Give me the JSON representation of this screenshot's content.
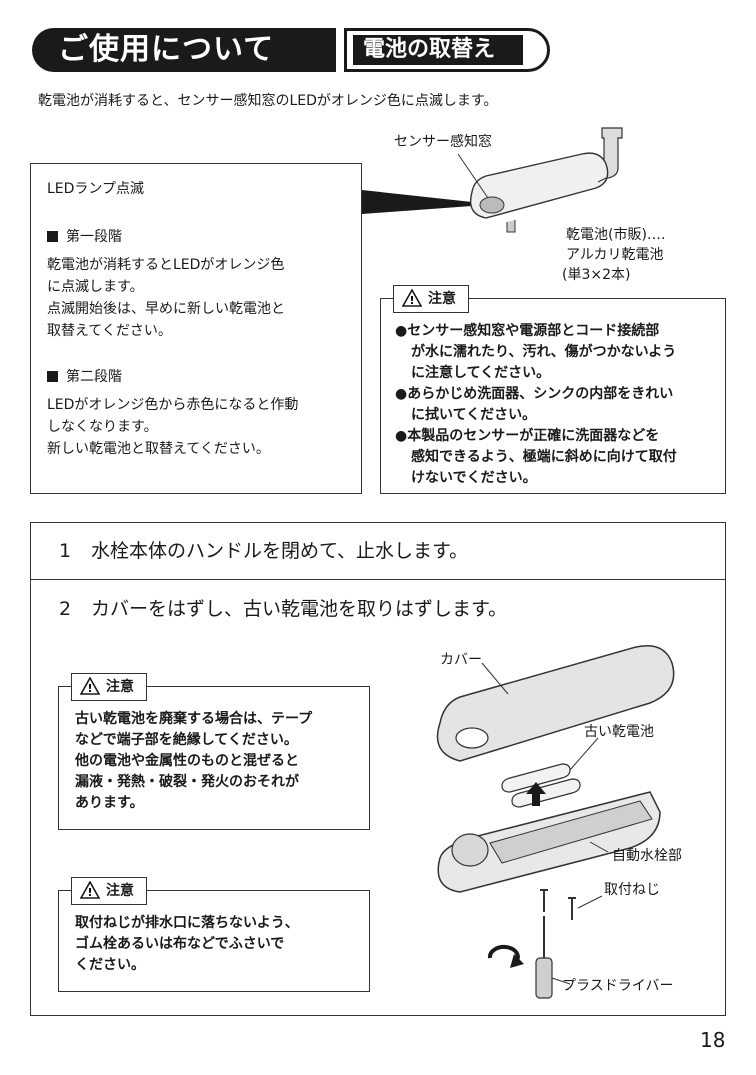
{
  "header": {
    "title": "ご使用について",
    "subtitle": "電池の取替え"
  },
  "intro": "乾電池が消耗すると、センサー感知窓のLEDがオレンジ色に点滅します。",
  "led_box": {
    "title": "LEDランプ点滅",
    "stage1_heading": "第一段階",
    "stage1_lines": [
      "乾電池が消耗するとLEDがオレンジ色",
      "に点滅します。",
      "点滅開始後は、早めに新しい乾電池と",
      "取替えてください。"
    ],
    "stage2_heading": "第二段階",
    "stage2_lines": [
      "LEDがオレンジ色から赤色になると作動",
      "しなくなります。",
      "新しい乾電池と取替えてください。"
    ]
  },
  "sensor_labels": {
    "window": "センサー感知窓",
    "battery": [
      "乾電池(市販)‥‥",
      "アルカリ乾電池",
      "(単3×2本)"
    ]
  },
  "caution_label": "注意",
  "caution_main": [
    [
      "●センサー感知窓や電源部とコード接続部",
      "が水に濡れたり、汚れ、傷がつかないよう",
      "に注意してください。"
    ],
    [
      "●あらかじめ洗面器、シンクの内部をきれい",
      "に拭いてください。"
    ],
    [
      "●本製品のセンサーが正確に洗面器などを",
      "感知できるよう、極端に斜めに向けて取付",
      "けないでください。"
    ]
  ],
  "steps": [
    {
      "num": "1",
      "text": "水栓本体のハンドルを閉めて、止水します。"
    },
    {
      "num": "2",
      "text": "カバーをはずし、古い乾電池を取りはずします。"
    }
  ],
  "caution_battery": [
    "古い乾電池を廃棄する場合は、テープ",
    "などで端子部を絶縁してください。",
    "他の電池や金属性のものと混ぜると",
    "漏液・発熱・破裂・発火のおそれが",
    "あります。"
  ],
  "caution_screw": [
    "取付ねじが排水口に落ちないよう、",
    "ゴム栓あるいは布などでふさいで",
    "ください。"
  ],
  "diagram_labels": {
    "cover": "カバー",
    "old_battery": "古い乾電池",
    "faucet": "自動水栓部",
    "screw": "取付ねじ",
    "driver": "プラスドライバー"
  },
  "page_number": "18"
}
